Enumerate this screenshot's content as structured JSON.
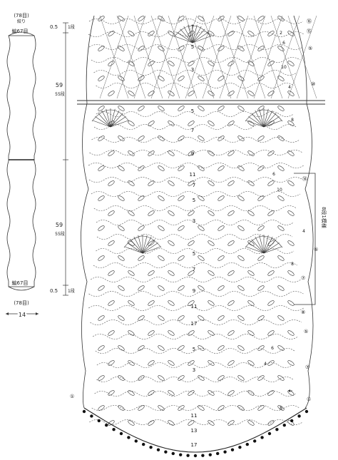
{
  "schematic": {
    "top_rows_label": "(78目)",
    "top_rows_sub": "絞り",
    "top_stitch_label": "編67目",
    "bottom_stitch_label": "編67目",
    "bottom_rows_label": "(78目)",
    "width_value": "14",
    "dim_start_top": {
      "value": "0.5",
      "unit": "1段"
    },
    "dim_upper": {
      "value": "59",
      "rows": "55段"
    },
    "dim_lower": {
      "value": "59",
      "rows": "55段"
    },
    "dim_start_bottom": {
      "value": "0.5",
      "unit": "1段"
    }
  },
  "chart": {
    "side_note": "8段1模様",
    "center_numbers_upper": [
      "7",
      "5",
      "3",
      "5",
      "7",
      "9",
      "11"
    ],
    "center_numbers_lower": [
      "7",
      "5",
      "3",
      "5",
      "7",
      "9",
      "11",
      "17",
      "5",
      "3",
      "11",
      "13",
      "17"
    ],
    "side_numbers": [
      "2",
      "6",
      "10",
      "4",
      "8",
      "6",
      "10",
      "4",
      "8",
      "6",
      "4",
      "8"
    ],
    "row_markers": [
      "⑯",
      "⑮",
      "⑤",
      "⑩",
      "⑭",
      "⑤",
      "⑦",
      "⑧",
      "⑤",
      "⑦",
      "①",
      "①"
    ]
  }
}
